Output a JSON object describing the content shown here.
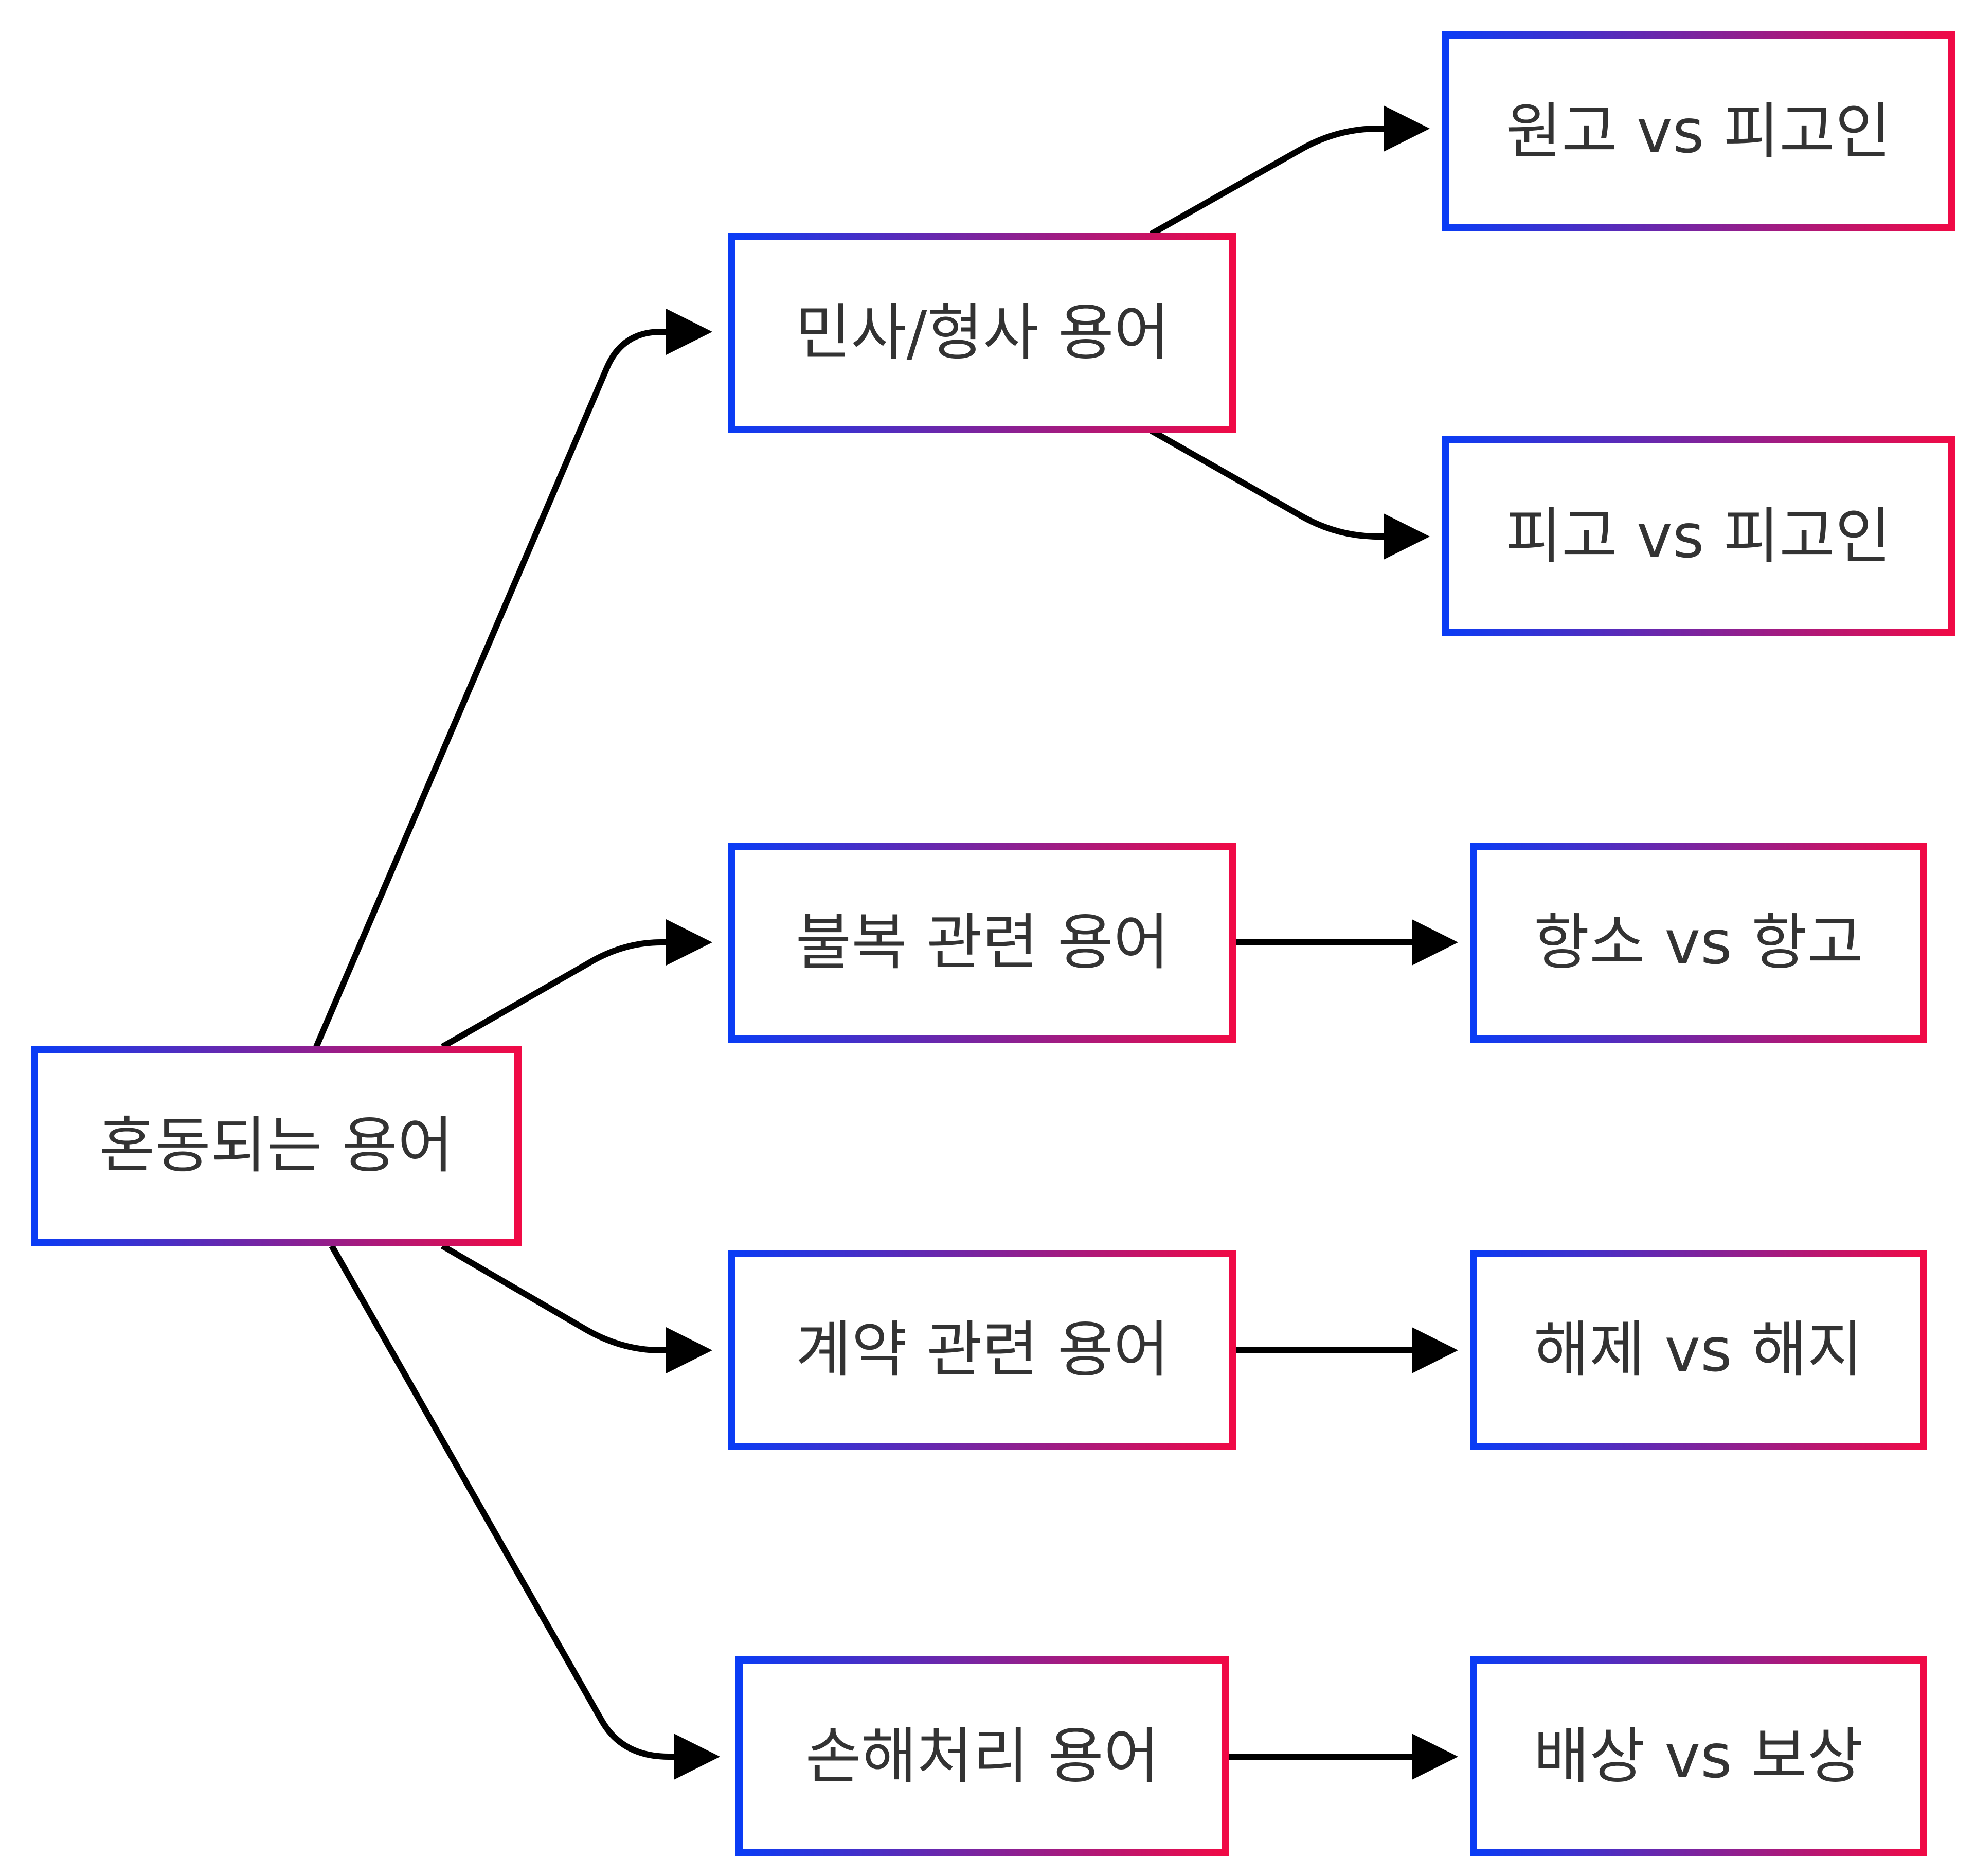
{
  "colors": {
    "gradient_start": "#0a3cf5",
    "gradient_end": "#f00a46",
    "edge": "#000000",
    "text": "#333333"
  },
  "nodes": {
    "root": "혼동되는 용어",
    "civil_criminal": "민사/형사 용어",
    "appeal": "불복 관련 용어",
    "contract": "계약 관련 용어",
    "damages": "손해처리 용어",
    "plaintiff_vs_defendant": "원고 vs 피고인",
    "defendant_vs_accused": "피고 vs 피고인",
    "hangso_vs_hanggo": "항소 vs 항고",
    "haeje_vs_haeji": "해제 vs 해지",
    "baesang_vs_bosang": "배상 vs 보상"
  },
  "edges": [
    {
      "from": "root",
      "to": "civil_criminal"
    },
    {
      "from": "root",
      "to": "appeal"
    },
    {
      "from": "root",
      "to": "contract"
    },
    {
      "from": "root",
      "to": "damages"
    },
    {
      "from": "civil_criminal",
      "to": "plaintiff_vs_defendant"
    },
    {
      "from": "civil_criminal",
      "to": "defendant_vs_accused"
    },
    {
      "from": "appeal",
      "to": "hangso_vs_hanggo"
    },
    {
      "from": "contract",
      "to": "haeje_vs_haeji"
    },
    {
      "from": "damages",
      "to": "baesang_vs_bosang"
    }
  ]
}
